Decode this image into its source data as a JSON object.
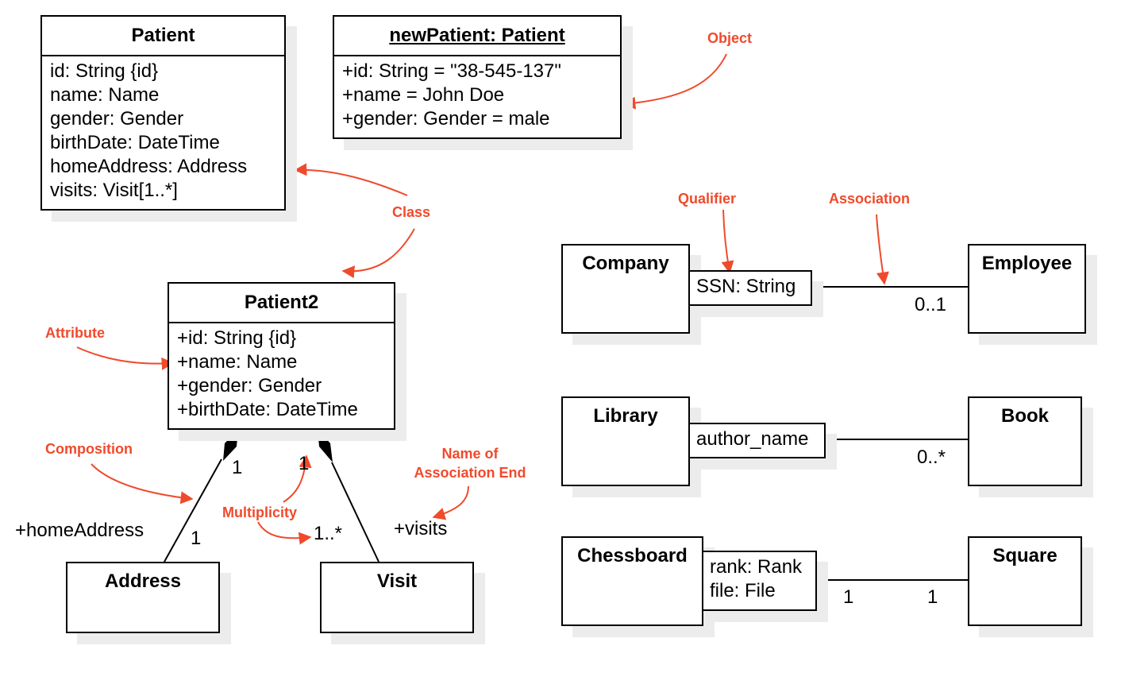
{
  "classes": {
    "patient": {
      "name": "Patient",
      "attributes": [
        "id: String {id}",
        "name: Name",
        "gender: Gender",
        "birthDate: DateTime",
        "homeAddress: Address",
        "visits: Visit[1..*]"
      ]
    },
    "new_patient": {
      "name": "newPatient: Patient",
      "attributes": [
        "+id: String = \"38-545-137\"",
        "+name = John Doe",
        "+gender: Gender = male"
      ]
    },
    "patient2": {
      "name": "Patient2",
      "attributes": [
        "+id: String {id}",
        "+name: Name",
        "+gender: Gender",
        "+birthDate: DateTime"
      ]
    },
    "address": {
      "name": "Address"
    },
    "visit": {
      "name": "Visit"
    },
    "company": {
      "name": "Company"
    },
    "employee": {
      "name": "Employee"
    },
    "library": {
      "name": "Library"
    },
    "book": {
      "name": "Book"
    },
    "chessboard": {
      "name": "Chessboard"
    },
    "square": {
      "name": "Square"
    }
  },
  "qualifiers": {
    "company": [
      "SSN: String"
    ],
    "library": [
      "author_name"
    ],
    "chessboard": [
      "rank: Rank",
      "file: File"
    ]
  },
  "association_labels": {
    "composition_address_patient_end": "1",
    "composition_address_address_end": "1",
    "address_role": "+homeAddress",
    "composition_visit_patient_end": "1",
    "composition_visit_visit_end": "1..*",
    "visit_role": "+visits",
    "company_employee_mult": "0..1",
    "library_book_mult": "0..*",
    "chessboard_mult": "1",
    "square_mult": "1"
  },
  "annotations": {
    "object": "Object",
    "class": "Class",
    "attribute": "Attribute",
    "composition": "Composition",
    "multiplicity": "Multiplicity",
    "name_of_association_end_line1": "Name of",
    "name_of_association_end_line2": "Association End",
    "qualifier": "Qualifier",
    "association": "Association"
  },
  "colors": {
    "annotation": "#f04a2c",
    "shadow": "#ececec",
    "line": "#000000"
  }
}
